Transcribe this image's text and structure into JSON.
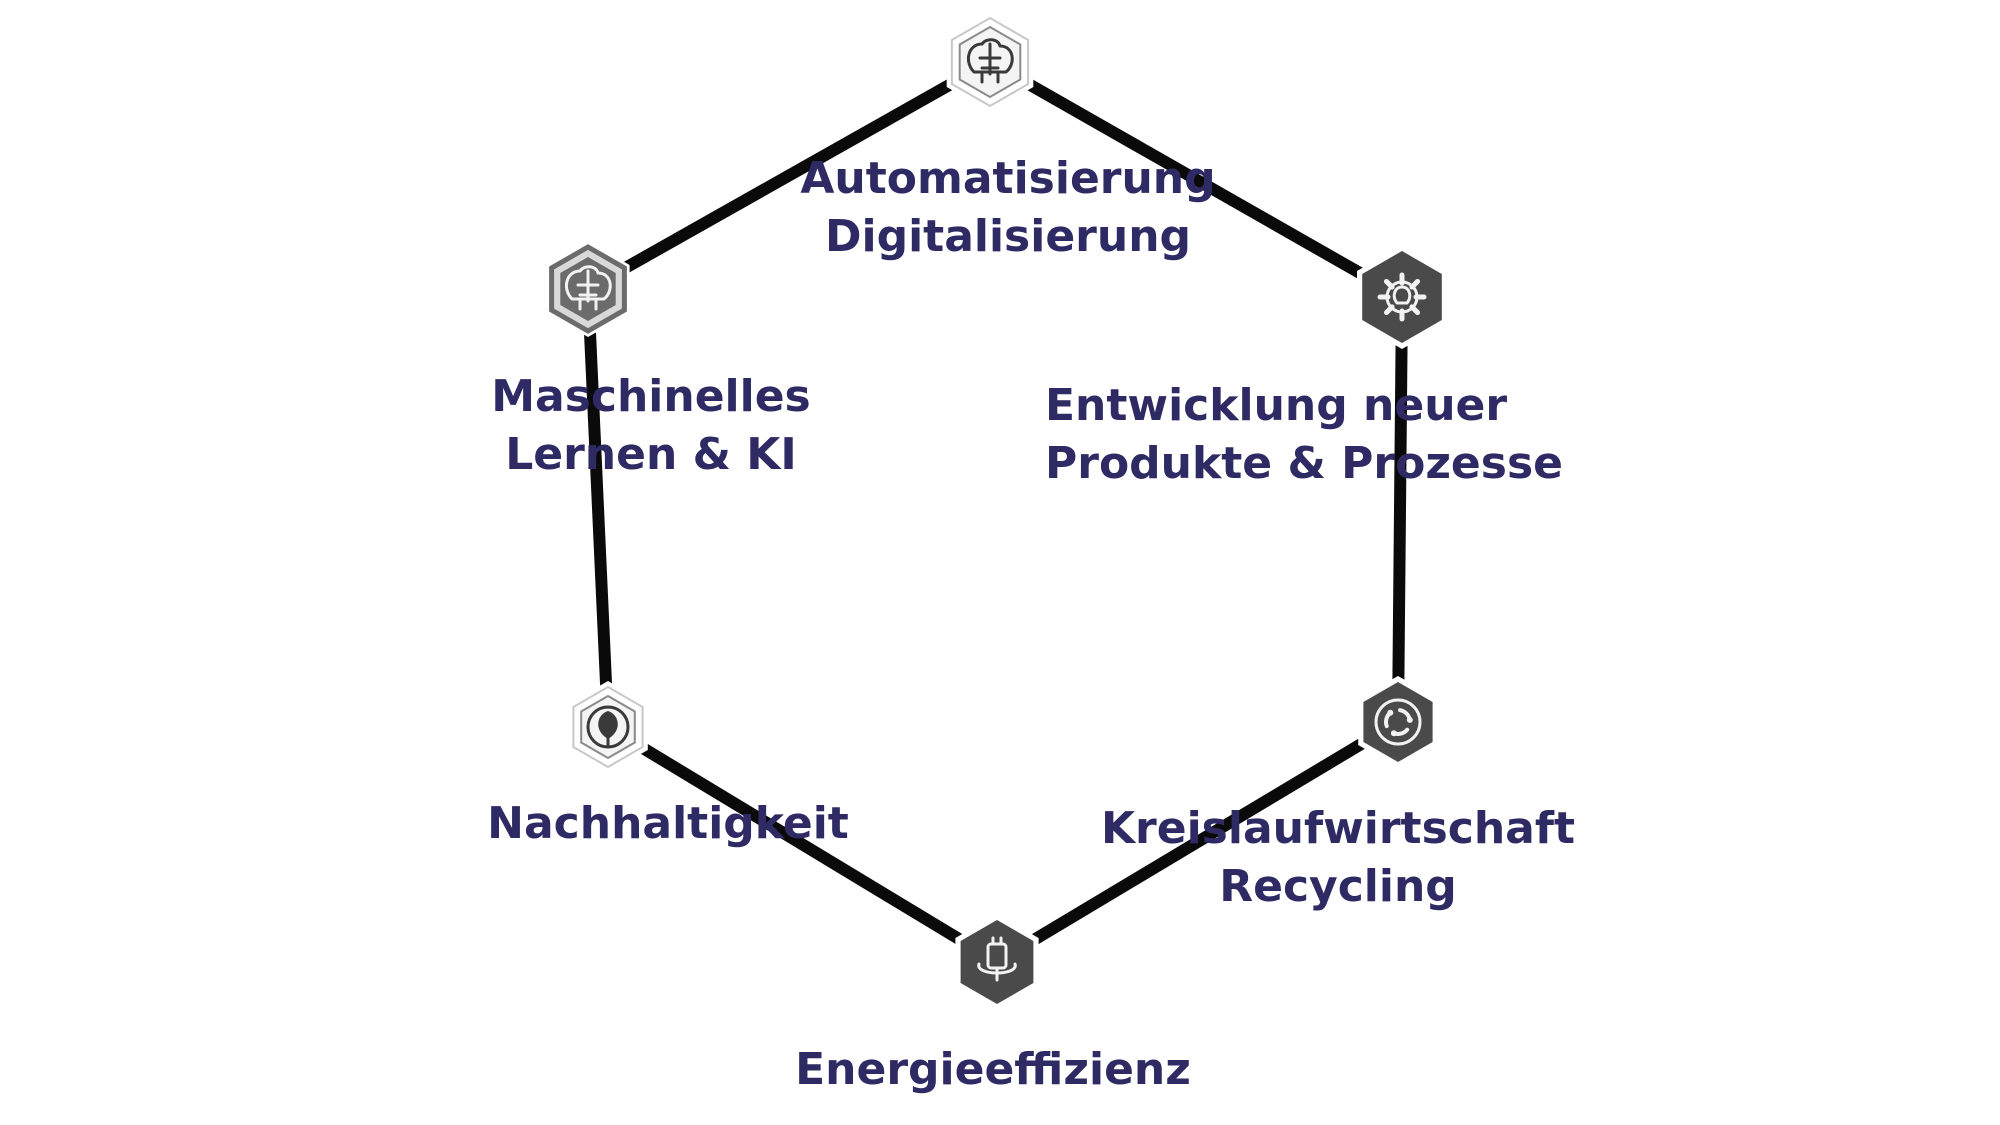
{
  "diagram": {
    "nodes": [
      {
        "key": "automatisierung",
        "lines": [
          "Automatisierung",
          "Digitalisierung"
        ],
        "icon": "brain-circuit-icon",
        "badge_style": "outline"
      },
      {
        "key": "entwicklung",
        "lines": [
          "Entwicklung neuer",
          "Produkte & Prozesse"
        ],
        "icon": "gear-bulb-icon",
        "badge_style": "dark"
      },
      {
        "key": "kreislaufwirtschaft",
        "lines": [
          "Kreislaufwirtschaft",
          "Recycling"
        ],
        "icon": "recycle-icon",
        "badge_style": "dark"
      },
      {
        "key": "energieeffizienz",
        "lines": [
          "Energieeffizienz"
        ],
        "icon": "energy-plug-icon",
        "badge_style": "dark"
      },
      {
        "key": "nachhaltigkeit",
        "lines": [
          "Nachhaltigkeit"
        ],
        "icon": "leaf-icon",
        "badge_style": "outline"
      },
      {
        "key": "maschinelles-lernen",
        "lines": [
          "Maschinelles",
          "Lernen & KI"
        ],
        "icon": "brain-icon",
        "badge_style": "medium"
      }
    ]
  },
  "colors": {
    "label": "#2e2a63",
    "edge": "#0a0a0a",
    "badge_dark": "#4a4a4a",
    "badge_medium": "#6b6b6b",
    "badge_outline": "#8a8a8a"
  }
}
